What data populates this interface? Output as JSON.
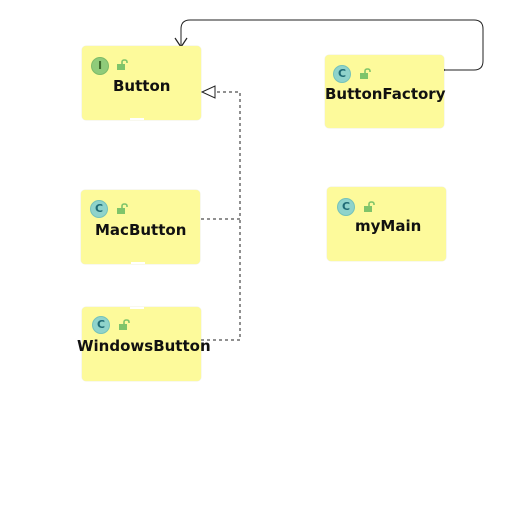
{
  "diagram": {
    "colors": {
      "node_fill": "#fdfa9b",
      "interface_badge": "#8fcb7a",
      "class_badge": "#8fd3cb",
      "edge": "#222222"
    },
    "nodes": [
      {
        "id": "button",
        "name": "Button",
        "kind": "interface",
        "badge": "I",
        "icon": "unlocked-icon"
      },
      {
        "id": "button-factory",
        "name": "ButtonFactory",
        "kind": "class",
        "badge": "C",
        "icon": "unlocked-icon"
      },
      {
        "id": "mac-button",
        "name": "MacButton",
        "kind": "class",
        "badge": "C",
        "icon": "unlocked-icon"
      },
      {
        "id": "my-main",
        "name": "myMain",
        "kind": "class",
        "badge": "C",
        "icon": "unlocked-icon"
      },
      {
        "id": "windows-button",
        "name": "WindowsButton",
        "kind": "class",
        "badge": "C",
        "icon": "unlocked-icon"
      }
    ],
    "edges": [
      {
        "from": "mac-button",
        "to": "button",
        "type": "realization",
        "style": "dashed"
      },
      {
        "from": "windows-button",
        "to": "button",
        "type": "realization",
        "style": "dashed"
      },
      {
        "from": "button-factory",
        "to": "button",
        "type": "aggregation",
        "style": "solid"
      }
    ]
  }
}
